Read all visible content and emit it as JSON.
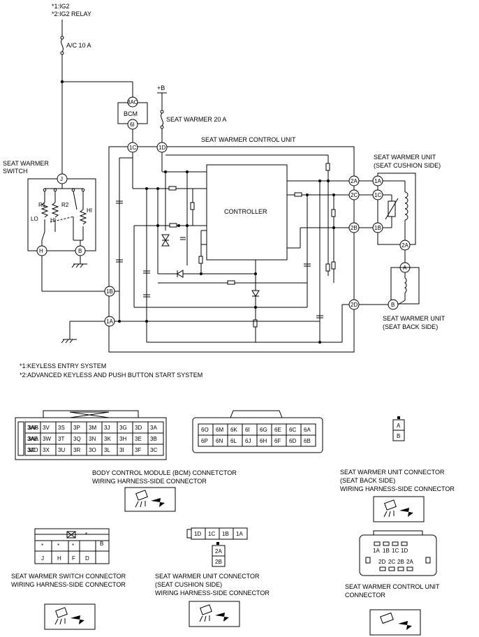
{
  "notes": {
    "ig2": "*1:IG2",
    "relay": "*2:IG2 RELAY",
    "keyless": "*1:KEYLESS ENTRY SYSTEM",
    "advanced": "*2:ADVANCED KEYLESS AND PUSH BUTTON START SYSTEM"
  },
  "fuses": {
    "ac": "A/C 10 A",
    "plus_b": "+B",
    "seat_warmer": "SEAT WARMER 20 A"
  },
  "bcm": {
    "label": "BCM",
    "pin_top": "3AC",
    "pin_bottom": "6I"
  },
  "control_unit": {
    "title": "SEAT WARMER CONTROL UNIT",
    "controller": "CONTROLLER",
    "pins": {
      "p1c": "1C",
      "p1d": "1D",
      "p1b": "1B",
      "p1a": "1A",
      "p2a": "2A",
      "p2c": "2C",
      "p2b": "2B",
      "p2d": "2D"
    }
  },
  "switch": {
    "label_line1": "SEAT WARMER",
    "label_line2": "SWITCH",
    "pin_j": "J",
    "pin_h": "H",
    "pin_b": "B",
    "r1": "R1",
    "r2": "R2",
    "lo": "LO",
    "hi": "HI",
    "hi_small": "HI"
  },
  "cushion_unit": {
    "label_line1": "SEAT WARMER UNIT",
    "label_line2": "(SEAT CUSHION SIDE)",
    "pins": {
      "p1a": "1A",
      "p1c": "1C",
      "p1b": "1B",
      "p2a": "2A"
    }
  },
  "back_unit": {
    "label_line1": "SEAT WARMER UNIT",
    "label_line2": "(SEAT BACK SIDE)",
    "pins": {
      "a": "A",
      "b": "B"
    }
  },
  "connectors": {
    "bcm_20": {
      "rows": [
        [
          "3AF",
          "3V",
          "3S",
          "3P",
          "3M",
          "3J",
          "3G",
          "3D",
          "3A"
        ],
        [
          "3AE",
          "3W",
          "3T",
          "3Q",
          "3N",
          "3K",
          "3H",
          "3E",
          "3B"
        ],
        [
          "3AD",
          "3X",
          "3U",
          "3R",
          "3O",
          "3L",
          "3I",
          "3F",
          "3C"
        ]
      ],
      "overlay": [
        "3AB",
        "3AA",
        "3Z"
      ]
    },
    "bcm_6": {
      "rows": [
        [
          "6O",
          "6M",
          "6K",
          "6I",
          "6G",
          "6E",
          "6C",
          "6A"
        ],
        [
          "6P",
          "6N",
          "6L",
          "6J",
          "6H",
          "6F",
          "6D",
          "6B"
        ]
      ]
    },
    "bcm_caption_line1": "BODY CONTROL MODULE (BCM) CONNETCTOR",
    "bcm_caption_line2": "WIRING HARNESS-SIDE CONNECTOR",
    "back_conn": {
      "cells": [
        "A",
        "B"
      ]
    },
    "back_caption_line1": "SEAT WARMER UNIT CONNECTOR",
    "back_caption_line2": "(SEAT BACK SIDE)",
    "back_caption_line3": "WIRING HARNESS-SIDE CONNECTOR",
    "switch_conn": {
      "bottom": [
        "J",
        "H",
        "F",
        "D"
      ],
      "side": "B",
      "marks": [
        "*",
        "*",
        "*",
        "*"
      ]
    },
    "switch_caption_line1": "SEAT WARMER SWITCH CONNECTOR",
    "switch_caption_line2": "WIRING HARNESS-SIDE CONNECTOR",
    "cushion_conn": {
      "row": [
        "1D",
        "1C",
        "1B",
        "1A"
      ],
      "col": [
        "2A",
        "2B"
      ]
    },
    "cushion_caption_line1": "SEAT WARMER UNIT CONNECTOR",
    "cushion_caption_line2": "(SEAT CUSHION SIDE)",
    "cushion_caption_line3": "WIRING HARNESS-SIDE CONNECTOR",
    "control_conn": {
      "top": [
        "1A",
        "1B",
        "1C",
        "1D"
      ],
      "bottom": [
        "2D",
        "2C",
        "2B",
        "2A"
      ]
    },
    "control_caption_line1": "SEAT WARMER CONTROL UNIT",
    "control_caption_line2": "CONNECTOR"
  }
}
